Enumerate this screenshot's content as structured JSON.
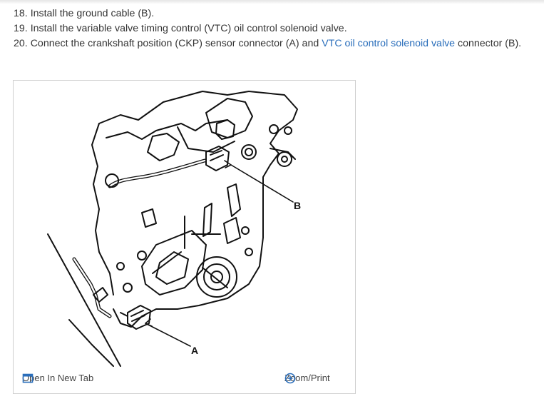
{
  "steps": [
    {
      "number": "18.",
      "text": "Install the ground cable (B)."
    },
    {
      "number": "19.",
      "text": "Install the variable valve timing control (VTC) oil control solenoid valve."
    },
    {
      "number": "20.",
      "pre": "Connect the crankshaft position (CKP) sensor connector (A) and ",
      "link": "VTC oil control solenoid valve",
      "post": " connector (B)."
    }
  ],
  "figure": {
    "callouts": {
      "a": "A",
      "b": "B"
    },
    "open_new_tab": "Open In New Tab",
    "zoom_print": "Zoom/Print"
  },
  "colors": {
    "link": "#2a6ebb",
    "text": "#333333"
  },
  "icons": {
    "open_new_tab": "open-new-tab-icon",
    "zoom": "zoom-plus-icon"
  }
}
